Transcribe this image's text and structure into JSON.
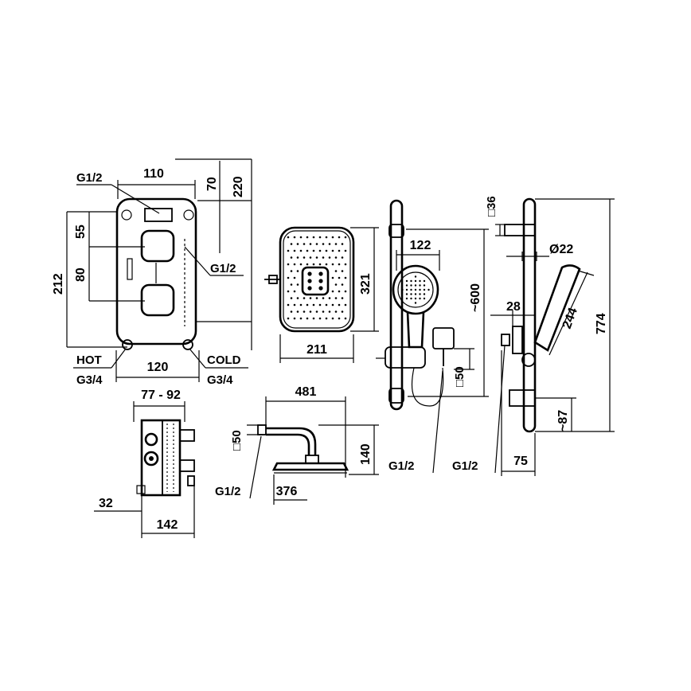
{
  "diagram": {
    "valve": {
      "width_top": "110",
      "inlet_top_left": "G1/2",
      "offset_top": "70",
      "height_overall": "220",
      "height_body": "212",
      "knob_top_offset": "55",
      "knob_spacing": "80",
      "outlet_right": "G1/2",
      "hot_label": "HOT",
      "hot_thread": "G3/4",
      "width_bottom": "120",
      "cold_label": "COLD",
      "cold_thread": "G3/4"
    },
    "box": {
      "depth_range": "77 - 92",
      "side_offset": "32",
      "width": "142"
    },
    "head_front": {
      "height": "321",
      "width": "211"
    },
    "head_side": {
      "arm_length": "481",
      "square_label": "□50",
      "thread": "G1/2",
      "height": "140",
      "diameter": "376"
    },
    "hand_front": {
      "width": "122",
      "height": "~600",
      "square_label": "□50",
      "thread": "G1/2"
    },
    "rail": {
      "square_top": "□36",
      "diameter": "Ø22",
      "offset": "28",
      "hand_length": "244",
      "total_height": "774",
      "bottom_offset": "~87",
      "thread": "G1/2",
      "depth": "75"
    }
  }
}
